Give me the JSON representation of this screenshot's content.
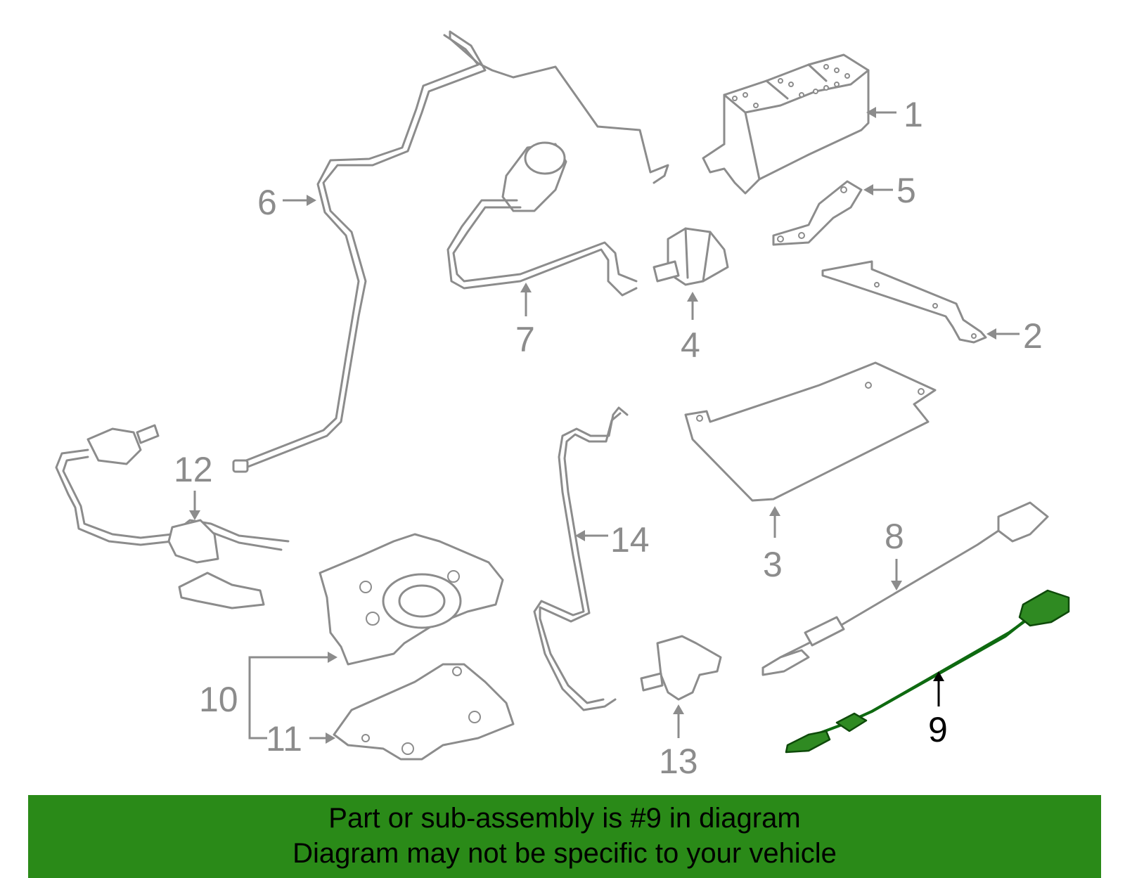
{
  "callouts": [
    {
      "id": "1",
      "label": "1"
    },
    {
      "id": "2",
      "label": "2"
    },
    {
      "id": "3",
      "label": "3"
    },
    {
      "id": "4",
      "label": "4"
    },
    {
      "id": "5",
      "label": "5"
    },
    {
      "id": "6",
      "label": "6"
    },
    {
      "id": "7",
      "label": "7"
    },
    {
      "id": "8",
      "label": "8"
    },
    {
      "id": "9",
      "label": "9"
    },
    {
      "id": "10",
      "label": "10"
    },
    {
      "id": "11",
      "label": "11"
    },
    {
      "id": "12",
      "label": "12"
    },
    {
      "id": "13",
      "label": "13"
    },
    {
      "id": "14",
      "label": "14"
    }
  ],
  "highlighted_part": "9",
  "colors": {
    "highlight": "#2a8a18",
    "linework": "#8c8c8c",
    "banner_bg": "#2a8a18"
  },
  "banner": {
    "line1": "Part or sub-assembly is #9 in diagram",
    "line2": "Diagram may not be specific to your vehicle"
  }
}
